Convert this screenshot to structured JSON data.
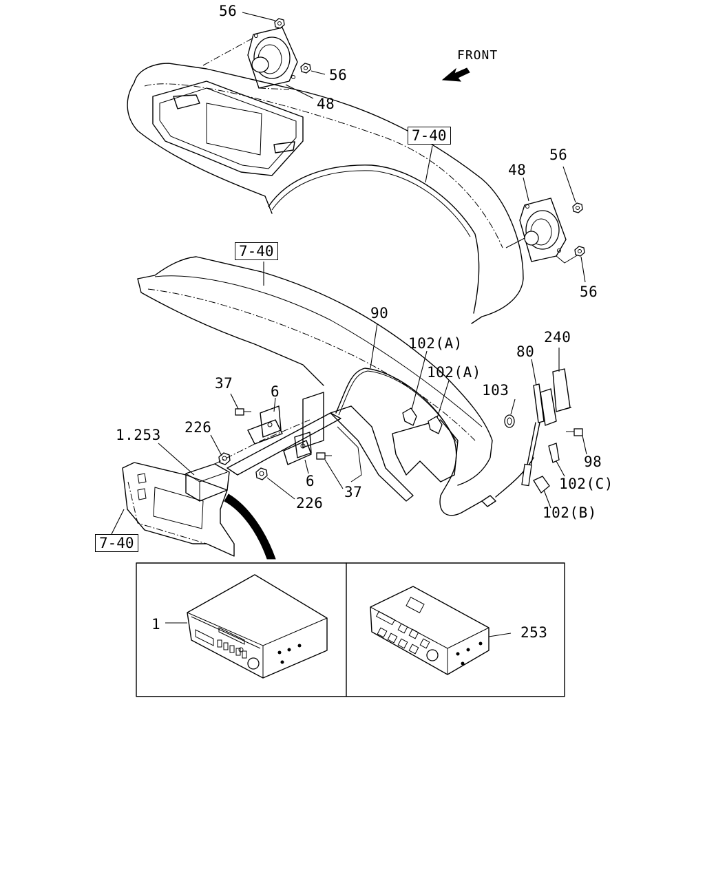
{
  "direction_label": "FRONT",
  "references": {
    "top_panel": "7-40",
    "lower_dash": "7-40",
    "bezel": "7-40"
  },
  "callouts": {
    "nut_top_left": "56",
    "nut_top_mid": "56",
    "speaker_left": "48",
    "speaker_right": "48",
    "nut_right_upper": "56",
    "nut_right_lower": "56",
    "antenna_cable": "90",
    "clip_a_1": "102(A)",
    "clip_a_2": "102(A)",
    "grommet": "103",
    "antenna_rod": "80",
    "antenna_bracket": "240",
    "bolt_right": "98",
    "clip_c": "102(C)",
    "clip_b": "102(B)",
    "screw_left": "37",
    "bracket_left": "6",
    "bracket_right": "6",
    "screw_right": "37",
    "nut_226_upper": "226",
    "nut_226_lower": "226",
    "radio_assembly": "1.253",
    "radio_1": "1",
    "radio_253": "253"
  }
}
